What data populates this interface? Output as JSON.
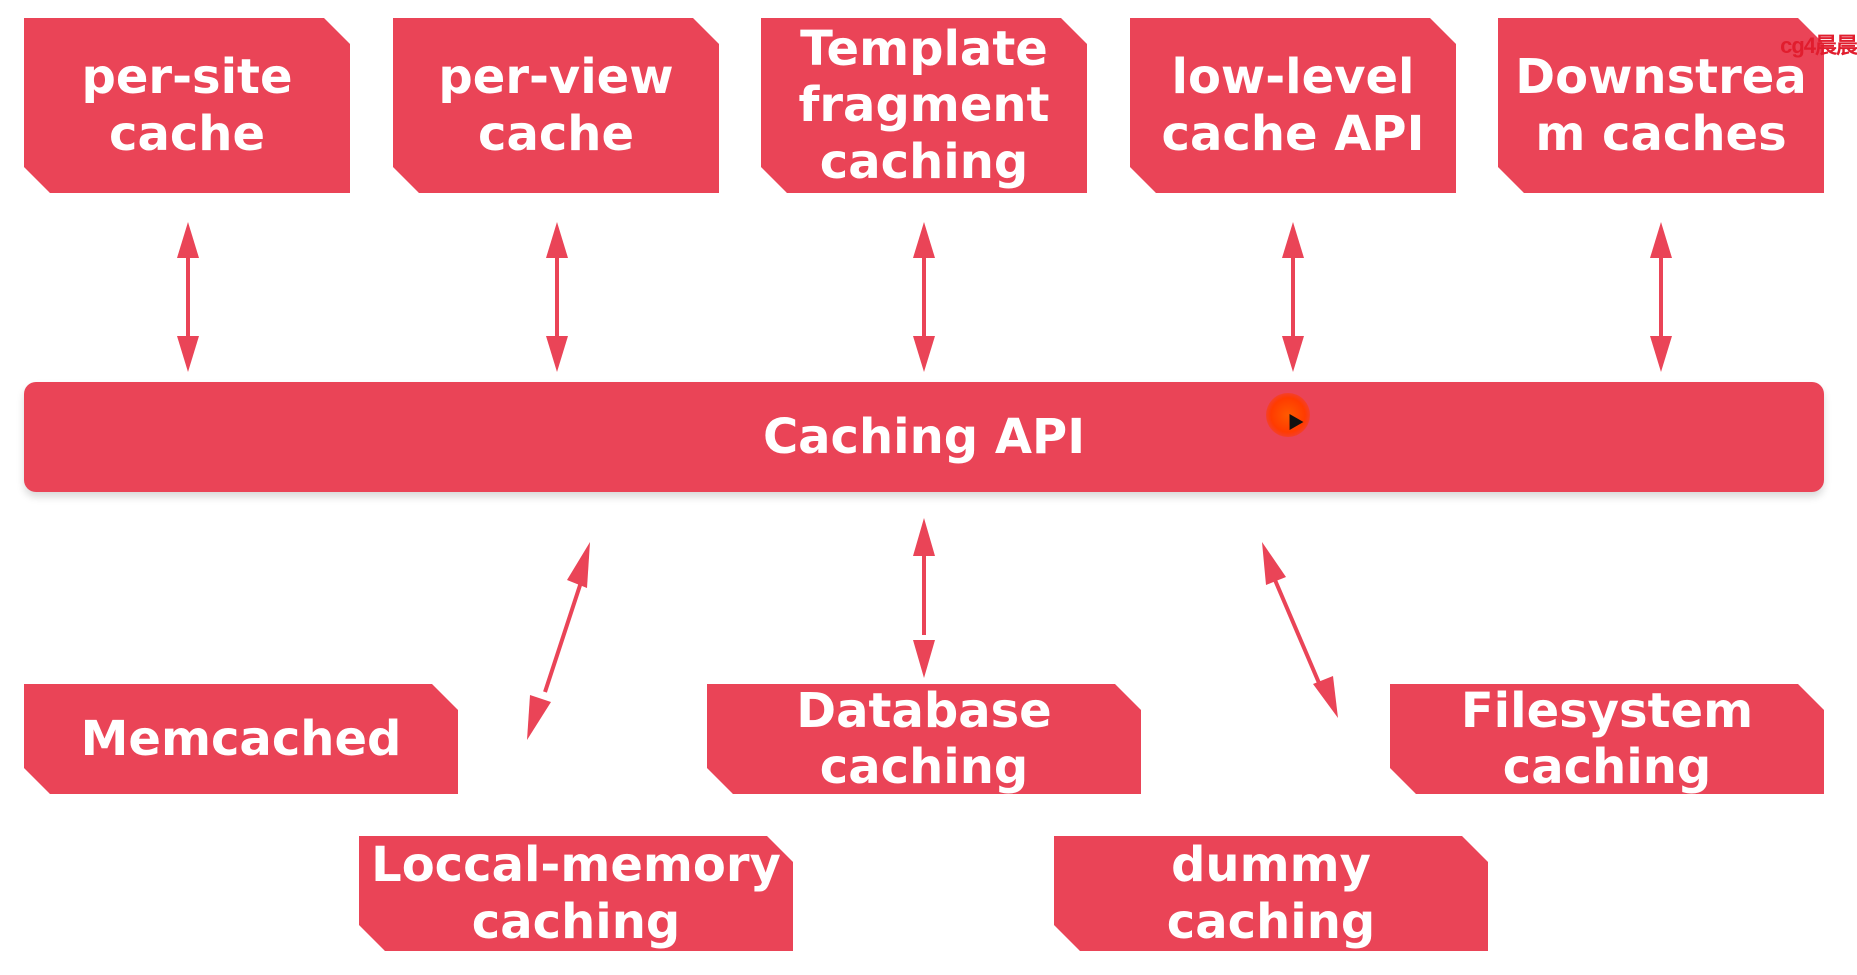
{
  "top_boxes": [
    {
      "lines": [
        "per-site",
        "cache"
      ]
    },
    {
      "lines": [
        "per-view",
        "cache"
      ]
    },
    {
      "lines": [
        "Template",
        "fragment",
        "caching"
      ]
    },
    {
      "lines": [
        "low-level",
        "cache API"
      ]
    },
    {
      "lines": [
        "Downstrea",
        "m caches"
      ]
    }
  ],
  "center": {
    "label": "Caching API"
  },
  "bottom_boxes": [
    {
      "lines": [
        "Memcached"
      ]
    },
    {
      "lines": [
        "Loccal-memory",
        "caching"
      ]
    },
    {
      "lines": [
        "Database",
        "caching"
      ]
    },
    {
      "lines": [
        "dummy",
        "caching"
      ]
    },
    {
      "lines": [
        "Filesystem",
        "caching"
      ]
    }
  ],
  "watermark": "cg4晨晨",
  "colors": {
    "box_fill": "#ea4457",
    "text": "#ffffff",
    "arrow": "#ea4457"
  }
}
